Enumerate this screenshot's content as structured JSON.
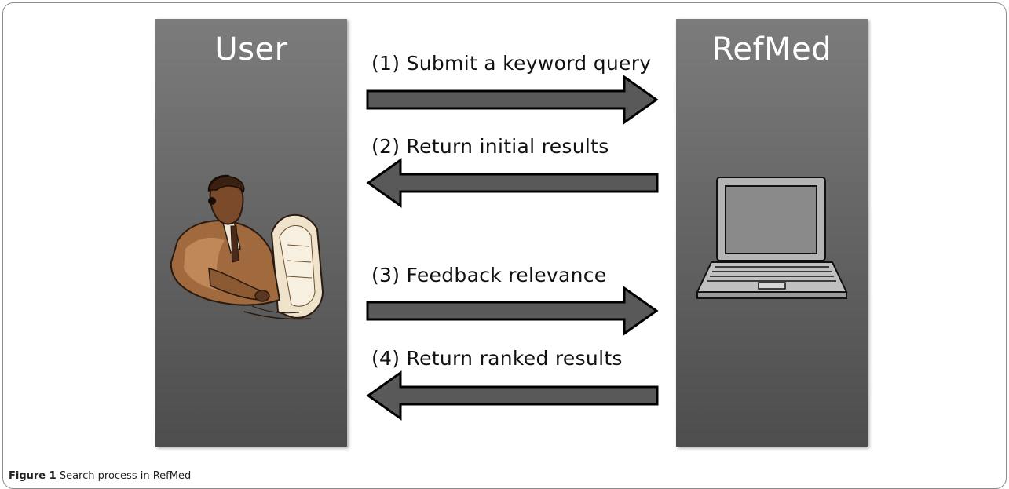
{
  "figure": {
    "panels": {
      "left_title": "User",
      "right_title": "RefMed"
    },
    "steps": [
      {
        "label": "(1) Submit a keyword query",
        "direction": "right"
      },
      {
        "label": "(2) Return initial results",
        "direction": "left"
      },
      {
        "label": "(3) Feedback relevance",
        "direction": "right"
      },
      {
        "label": "(4) Return ranked results",
        "direction": "left"
      }
    ],
    "icons": {
      "user": "person-at-computer-icon",
      "system": "laptop-icon"
    },
    "colors": {
      "panel": "#666666",
      "arrow_fill": "#595959",
      "arrow_stroke": "#000000",
      "title_text": "#ffffff"
    },
    "caption": {
      "label": "Figure 1",
      "text": "Search process in RefMed"
    }
  }
}
